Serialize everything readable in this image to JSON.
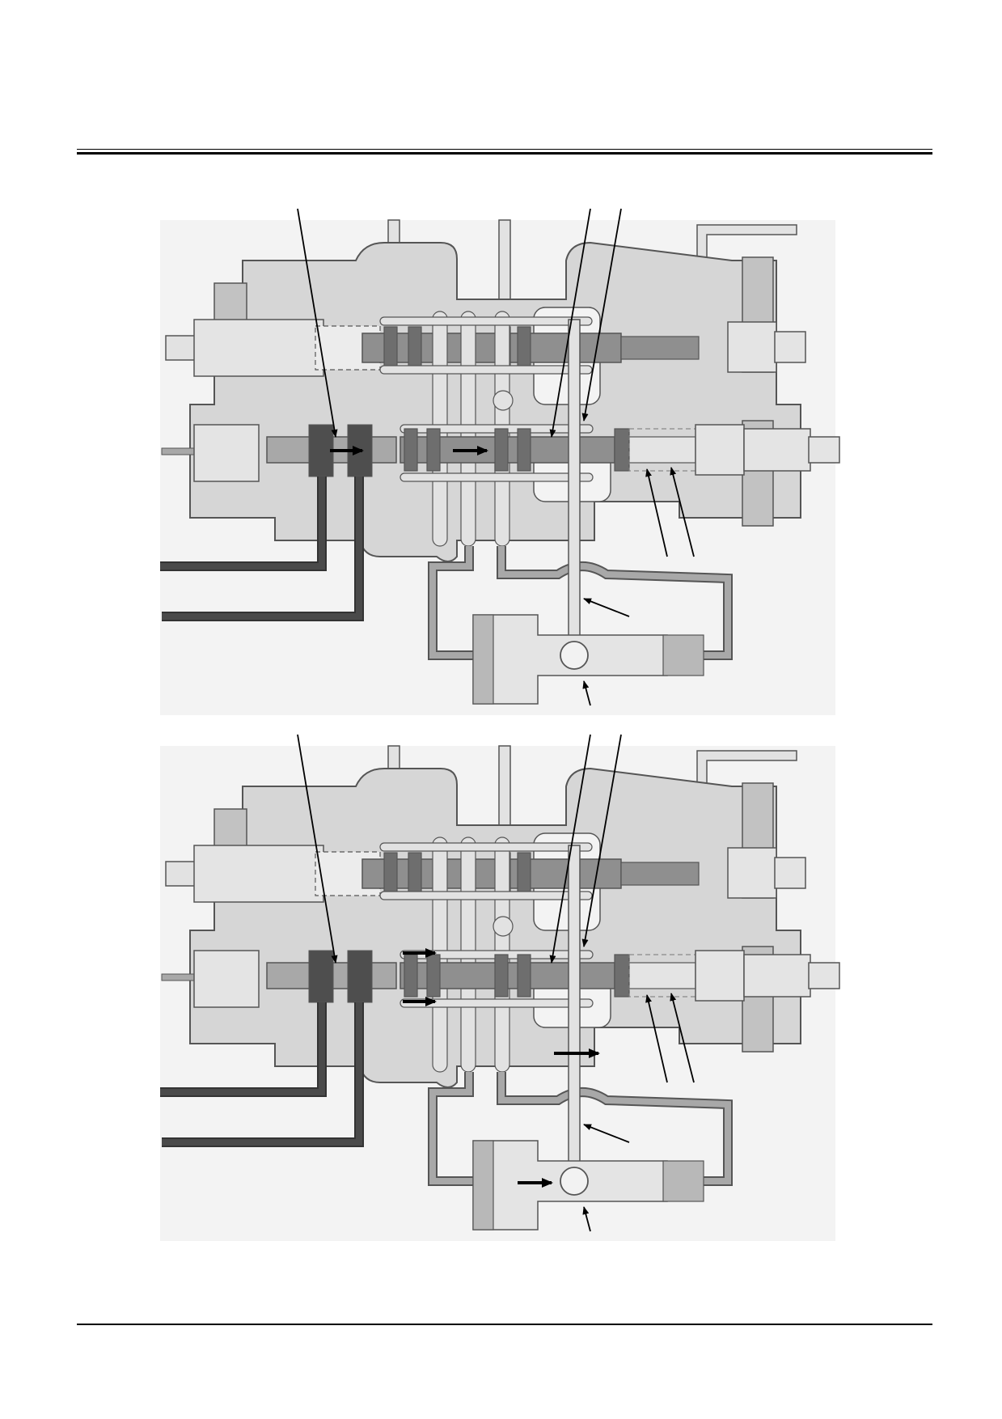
{
  "page": {
    "background": "#ffffff",
    "header_rule_color": "#000000"
  },
  "colors": {
    "body": "#d6d6d6",
    "body_stroke": "#555555",
    "body_dark": "#c2c2c2",
    "spool": "#8f8f8f",
    "spool_dark": "#6e6e6e",
    "passage_light": "#e2e2e2",
    "passage_mid": "#a8a8a8",
    "pilot_line": "#4a4a4a",
    "cylinder": "#e4e4e4",
    "cylinder_dark": "#b8b8b8",
    "arrow": "#000000",
    "leader": "#000000"
  },
  "panels": [
    {
      "name": "upper-section",
      "state": "spool shifted"
    },
    {
      "name": "lower-section",
      "state": "spool shifted, flow to cylinder"
    }
  ]
}
